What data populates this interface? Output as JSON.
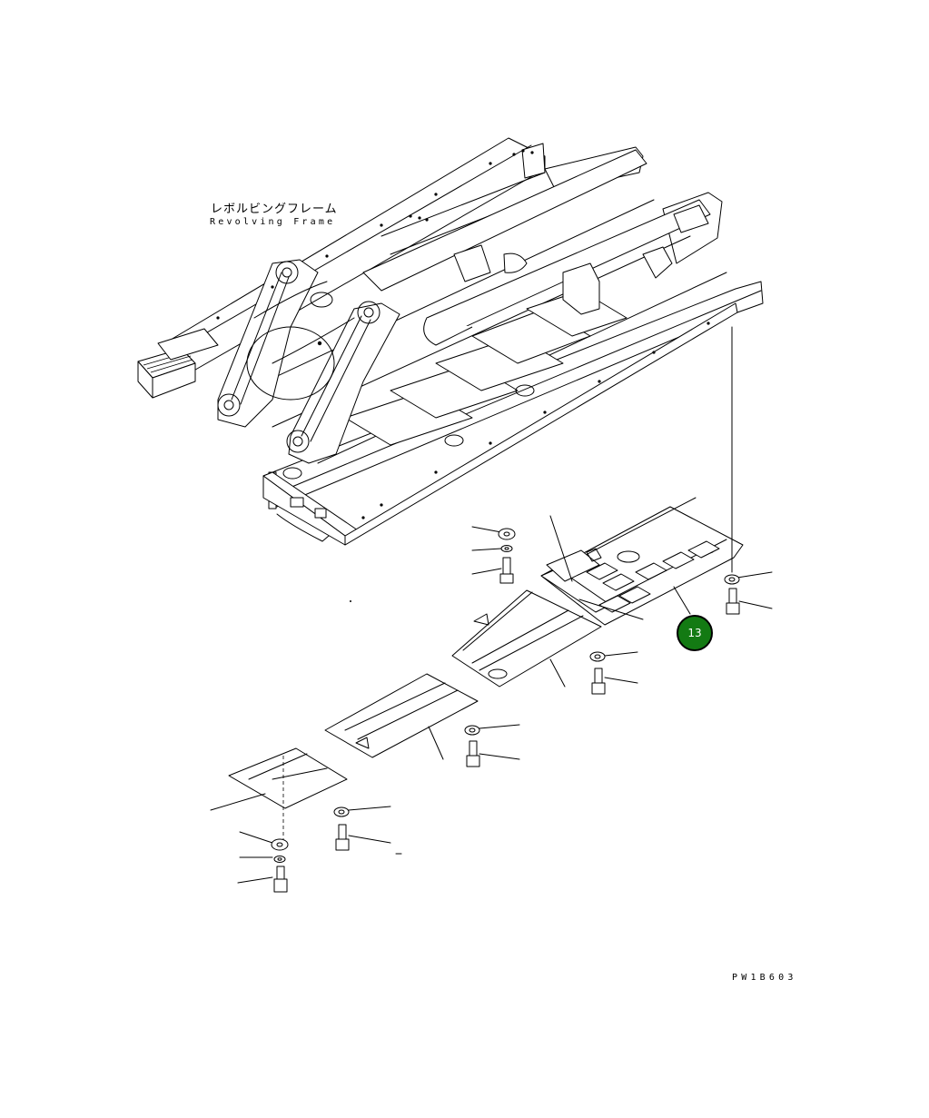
{
  "diagram": {
    "title_jp": "レボルビングフレーム",
    "title_en": "Revolving Frame",
    "drawing_code": "PW1B603",
    "callout": {
      "label": "13",
      "color": "#137a13"
    }
  },
  "colors": {
    "line": "#000000",
    "background": "#ffffff",
    "callout": "#137a13"
  }
}
